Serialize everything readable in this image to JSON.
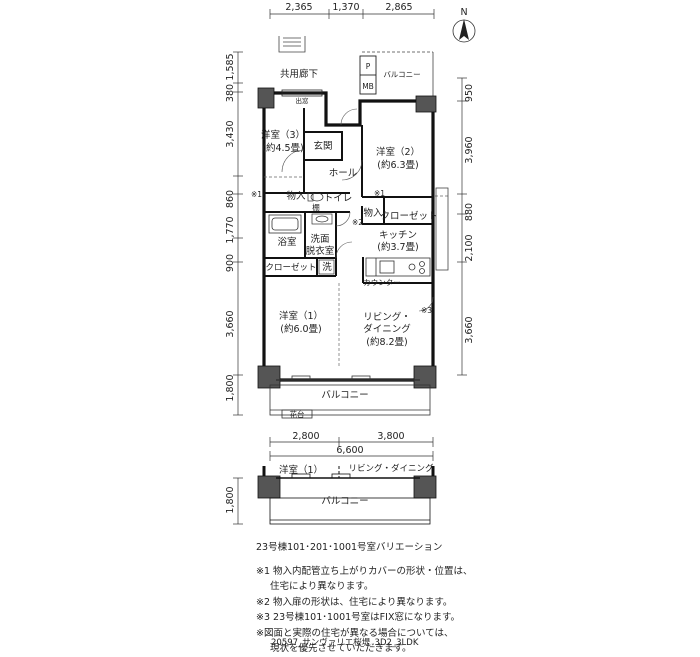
{
  "dims_top": [
    "2,365",
    "1,370",
    "2,865"
  ],
  "dims_left": [
    "1,585",
    "380",
    "3,430",
    "860",
    "1,770",
    "900",
    "3,660",
    "1,800"
  ],
  "dims_right": [
    "950",
    "3,960",
    "880",
    "2,100",
    "3,660"
  ],
  "dims_bottom_upper": [
    "2,800",
    "3,800"
  ],
  "dims_bottom_total": "6,600",
  "dims_var_left": "1,800",
  "north": "N",
  "rooms": {
    "corridor": "共用廊下",
    "balcony_top": "バルコニー",
    "mb": "MB",
    "p": "P",
    "window_label": "出窓",
    "youshitsu3": "洋室（3）",
    "youshitsu3_area": "(約4.5畳)",
    "genkan": "玄関",
    "youshitsu2": "洋室（2）",
    "youshitsu2_area": "(約6.3畳)",
    "hall": "ホール",
    "monoire1": "物入",
    "toilet": "トイレ",
    "tana": "棚",
    "monoire2": "物入",
    "closet1": "クローゼット",
    "bathroom": "浴室",
    "senmen1": "洗面",
    "senmen2": "脱衣室",
    "kitchen": "キッチン",
    "kitchen_area": "(約3.7畳)",
    "closet2": "クローゼット",
    "wash": "洗",
    "counter": "カウンター",
    "youshitsu1": "洋室（1）",
    "youshitsu1_area": "(約6.0畳)",
    "living1": "リビング・",
    "living2": "ダイニング",
    "living_area": "(約8.2畳)",
    "balcony_bottom": "バルコニー",
    "kadai": "花台",
    "mark1a": "※1",
    "mark1b": "※1",
    "mark2": "※2",
    "mark3": "※3"
  },
  "variation": {
    "youshitsu1": "洋室（1）",
    "living": "リビング・ダイニング",
    "balcony": "バルコニー",
    "caption": "23号棟101･201･1001号室バリエーション"
  },
  "notes": [
    "※1 物入内配管立ち上がりカバーの形状・位置は、",
    "住宅により異なります。",
    "※2 物入扉の形状は、住宅により異なります。",
    "※3 23号棟101･1001号室はFIX窓になります。",
    "※図面と実際の住宅が異なる場合については、",
    "現状を優先させていただきます。"
  ],
  "footer": "20597_サンヴァリエ桜堤_3D2_3LDK"
}
